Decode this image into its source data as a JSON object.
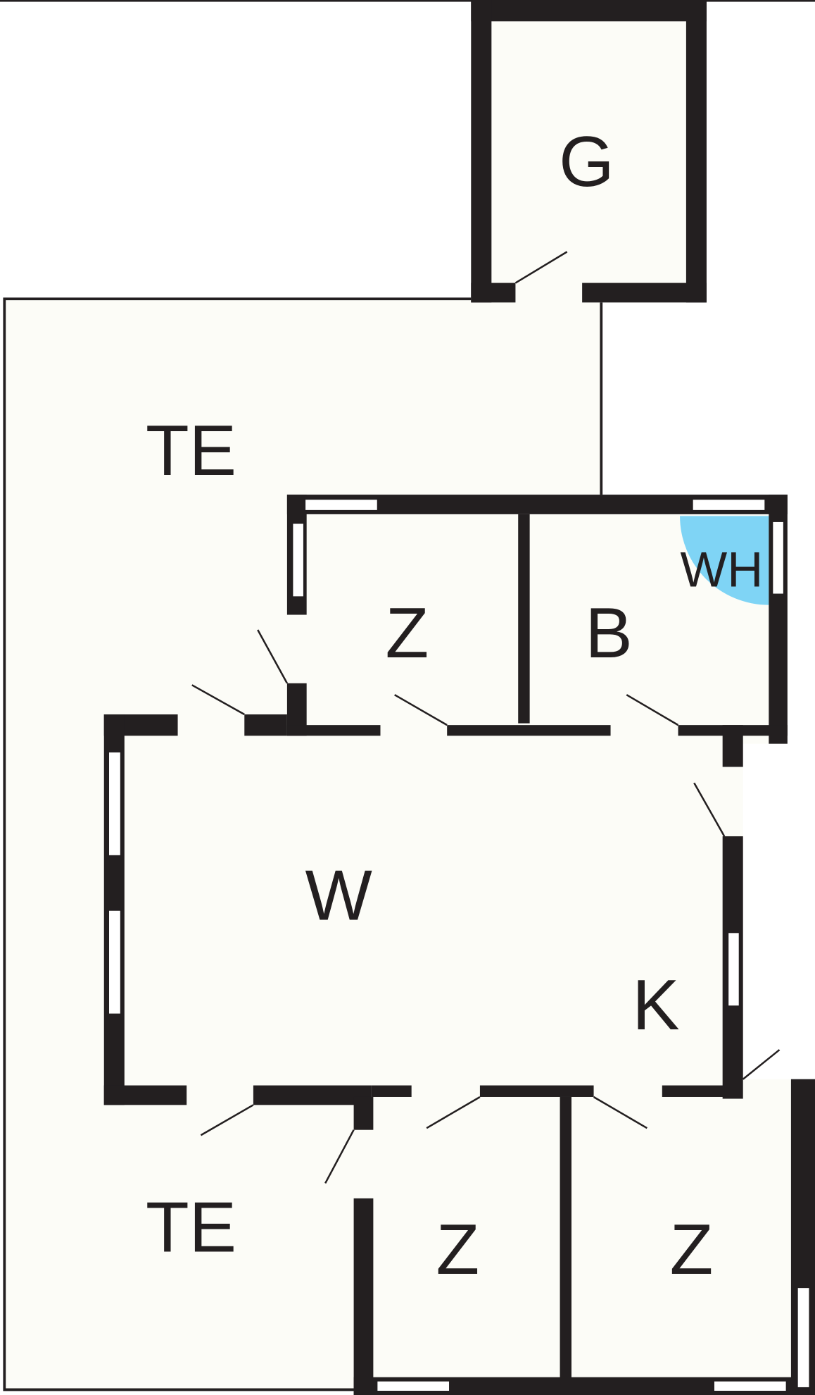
{
  "plan": {
    "rooms": {
      "garage": "G",
      "terrace_top": "TE",
      "bedroom_top": "Z",
      "bathroom": "B",
      "water_heater": "WH",
      "living": "W",
      "kitchen": "K",
      "terrace_bottom": "TE",
      "bedroom_bottom_left": "Z",
      "bedroom_bottom_right": "Z"
    },
    "colors": {
      "wall": "#231f20",
      "room_fill": "#fcfcf7",
      "water_heater": "#7fd4f5"
    }
  }
}
